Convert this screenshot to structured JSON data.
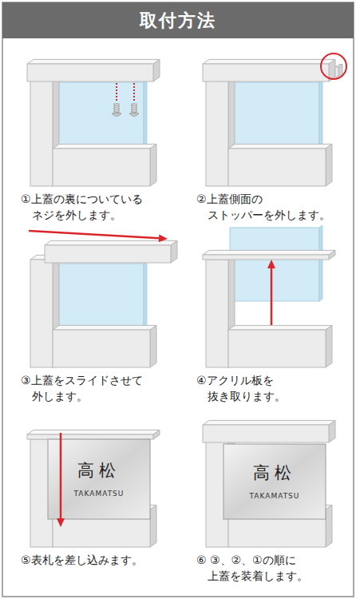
{
  "diagram": {
    "title": "取付方法",
    "nodes": [
      {
        "text": [
          "高松",
          "TAKAMATSU"
        ]
      },
      {
        "text": [
          "高松",
          "TAKAMATSU"
        ]
      }
    ],
    "labels": [
      "①上蓋の裏についている ネジを外します。",
      "②上蓋側面の ストッパーを外します。",
      "③上蓋をスライドさせて 外します。",
      "④アクリル板を 抜き取ります。",
      "⑤表札を差し込みます。",
      "⑥ ③、②、①の順に 上蓋を装着します。"
    ]
  }
}
